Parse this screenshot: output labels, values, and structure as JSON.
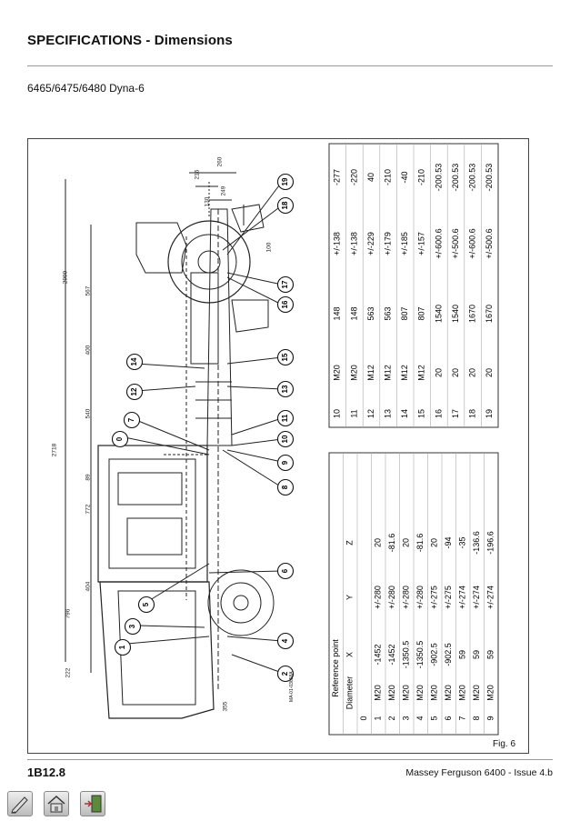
{
  "header": {
    "title": "SPECIFICATIONS - Dimensions",
    "subtitle": "6465/6475/6480 Dyna-6"
  },
  "figure": {
    "caption": "Fig. 6",
    "code": "MA-01-03658A",
    "dimensions": [
      "222",
      "796",
      "404",
      "772",
      "89",
      "2718",
      "540",
      "400",
      "567",
      "2999",
      "355",
      "130",
      "249",
      "216",
      "260",
      "100"
    ],
    "callouts": [
      "0",
      "1",
      "2",
      "3",
      "4",
      "5",
      "6",
      "7",
      "8",
      "9",
      "10",
      "11",
      "12",
      "13",
      "14",
      "15",
      "16",
      "17",
      "18",
      "19"
    ]
  },
  "table_left": {
    "title": "Reference point",
    "headers": [
      "Diameter",
      "X",
      "Y",
      "Z"
    ],
    "rows": [
      {
        "n": "0",
        "d": "",
        "x": "",
        "y": "",
        "z": ""
      },
      {
        "n": "1",
        "d": "M20",
        "x": "-1452",
        "y": "+/-280",
        "z": "20"
      },
      {
        "n": "2",
        "d": "M20",
        "x": "-1452",
        "y": "+/-280",
        "z": "-81.6"
      },
      {
        "n": "3",
        "d": "M20",
        "x": "-1350.5",
        "y": "+/-280",
        "z": "20"
      },
      {
        "n": "4",
        "d": "M20",
        "x": "-1350.5",
        "y": "+/-280",
        "z": "-81.6"
      },
      {
        "n": "5",
        "d": "M20",
        "x": "-902.5",
        "y": "+/-275",
        "z": "20"
      },
      {
        "n": "6",
        "d": "M20",
        "x": "-902.5",
        "y": "+/-275",
        "z": "-94"
      },
      {
        "n": "7",
        "d": "M20",
        "x": "59",
        "y": "+/-274",
        "z": "-35"
      },
      {
        "n": "8",
        "d": "M20",
        "x": "59",
        "y": "+/-274",
        "z": "-136.6"
      },
      {
        "n": "9",
        "d": "M20",
        "x": "59",
        "y": "+/-274",
        "z": "-196.6"
      }
    ]
  },
  "table_right": {
    "rows": [
      {
        "n": "10",
        "d": "M20",
        "x": "148",
        "y": "+/-138",
        "z": "-277"
      },
      {
        "n": "11",
        "d": "M20",
        "x": "148",
        "y": "+/-138",
        "z": "-220"
      },
      {
        "n": "12",
        "d": "M12",
        "x": "563",
        "y": "+/-229",
        "z": "40"
      },
      {
        "n": "13",
        "d": "M12",
        "x": "563",
        "y": "+/-179",
        "z": "-210"
      },
      {
        "n": "14",
        "d": "M12",
        "x": "807",
        "y": "+/-185",
        "z": "-40"
      },
      {
        "n": "15",
        "d": "M12",
        "x": "807",
        "y": "+/-157",
        "z": "-210"
      },
      {
        "n": "16",
        "d": "20",
        "x": "1540",
        "y": "+/-600.6",
        "z": "-200.53"
      },
      {
        "n": "17",
        "d": "20",
        "x": "1540",
        "y": "+/-500.6",
        "z": "-200.53"
      },
      {
        "n": "18",
        "d": "20",
        "x": "1670",
        "y": "+/-600.6",
        "z": "-200.53"
      },
      {
        "n": "19",
        "d": "20",
        "x": "1670",
        "y": "+/-500.6",
        "z": "-200.53"
      }
    ]
  },
  "footer": {
    "page_id": "1B12.8",
    "publication": "Massey Ferguson 6400 - Issue 4.b"
  },
  "toolbar": {
    "icons": [
      "pencil-note-icon",
      "house-icon",
      "exit-door-icon"
    ]
  }
}
